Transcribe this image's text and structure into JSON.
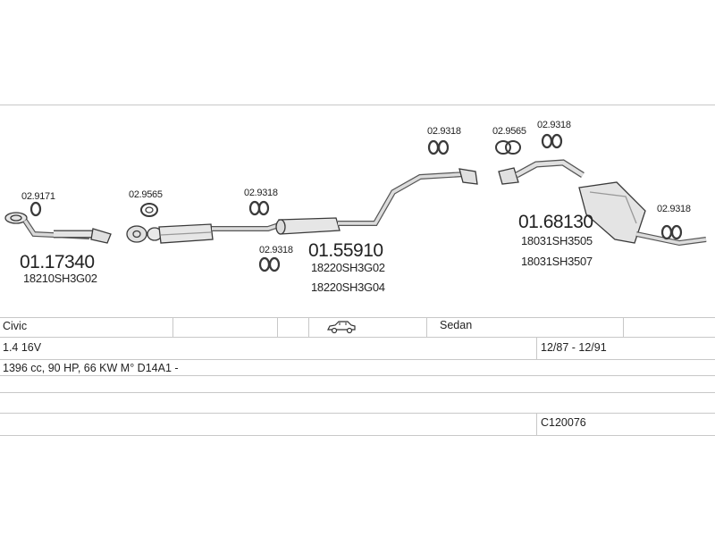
{
  "diagram": {
    "part_labels": {
      "hanger_a": "02.9171",
      "front_pipe_number": "01.17340",
      "front_pipe_oem": "18210SH3G02",
      "gasket_a": "02.9565",
      "hanger_b": "02.9318",
      "hanger_c": "02.9318",
      "middle_number": "01.55910",
      "middle_oem_1": "18220SH3G02",
      "middle_oem_2": "18220SH3G04",
      "hanger_d": "02.9318",
      "gasket_b": "02.9565",
      "hanger_e": "02.9318",
      "rear_number": "01.68130",
      "rear_oem_1": "18031SH3505",
      "rear_oem_2": "18031SH3507",
      "hanger_f": "02.9318"
    }
  },
  "info_table": {
    "row1": {
      "model": "Civic",
      "body": "Sedan",
      "body_icon": "car-sedan-icon"
    },
    "row2": {
      "engine": "1.4 16V",
      "dates": "12/87 - 12/91"
    },
    "row3": {
      "spec": "1396 cc, 90 HP, 66 KW M° D14A1 -"
    },
    "row5": {
      "code": "C120076"
    }
  }
}
